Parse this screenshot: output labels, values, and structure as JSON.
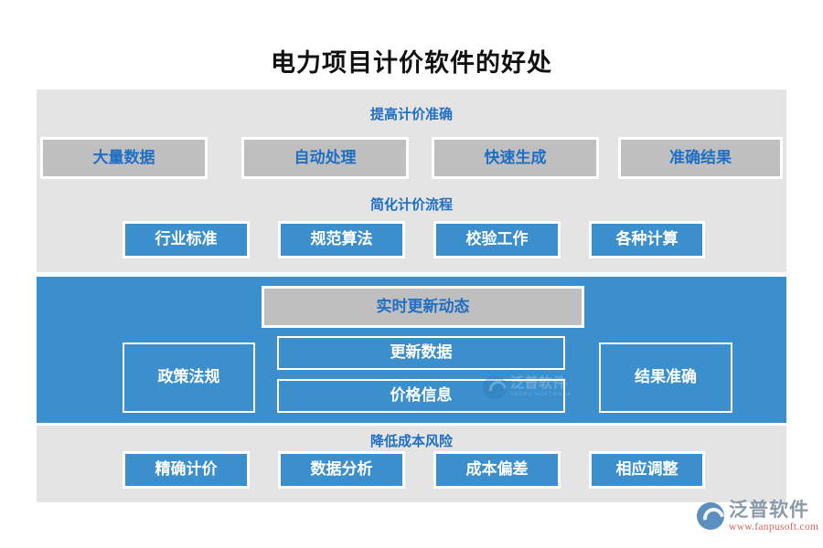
{
  "page": {
    "title": "电力项目计价软件的好处"
  },
  "sections": [
    {
      "heading": "提高计价准确",
      "style": "grey-band",
      "chips": [
        {
          "label": "大量数据",
          "style": "grey"
        },
        {
          "label": "自动处理",
          "style": "grey"
        },
        {
          "label": "快速生成",
          "style": "grey"
        },
        {
          "label": "准确结果",
          "style": "grey"
        }
      ]
    },
    {
      "heading": "简化计价流程",
      "style": "grey-band",
      "chips": [
        {
          "label": "行业标准",
          "style": "blue"
        },
        {
          "label": "规范算法",
          "style": "blue"
        },
        {
          "label": "校验工作",
          "style": "blue"
        },
        {
          "label": "各种计算",
          "style": "blue"
        }
      ]
    },
    {
      "heading": "实时更新动态",
      "style": "blue-band",
      "chips": [
        {
          "label": "政策法规",
          "style": "outline"
        },
        {
          "label": "更新数据",
          "style": "outline"
        },
        {
          "label": "价格信息",
          "style": "outline"
        },
        {
          "label": "结果准确",
          "style": "outline"
        }
      ]
    },
    {
      "heading": "降低成本风险",
      "style": "grey-band",
      "chips": [
        {
          "label": "精确计价",
          "style": "blue"
        },
        {
          "label": "数据分析",
          "style": "blue"
        },
        {
          "label": "成本偏差",
          "style": "blue"
        },
        {
          "label": "相应调整",
          "style": "blue"
        }
      ]
    }
  ],
  "watermark": {
    "name_cn": "泛普软件",
    "name_en": "FANPU SOFTWARE"
  },
  "brand": {
    "name_cn": "泛普软件",
    "url": "www.fanpusoft.com"
  },
  "colors": {
    "accent_blue": "#3a8fcc",
    "heading_blue": "#1f6fc4",
    "band_grey": "#e4e4e4",
    "chip_grey": "#bfbfbf",
    "url_red": "#d06a62"
  }
}
